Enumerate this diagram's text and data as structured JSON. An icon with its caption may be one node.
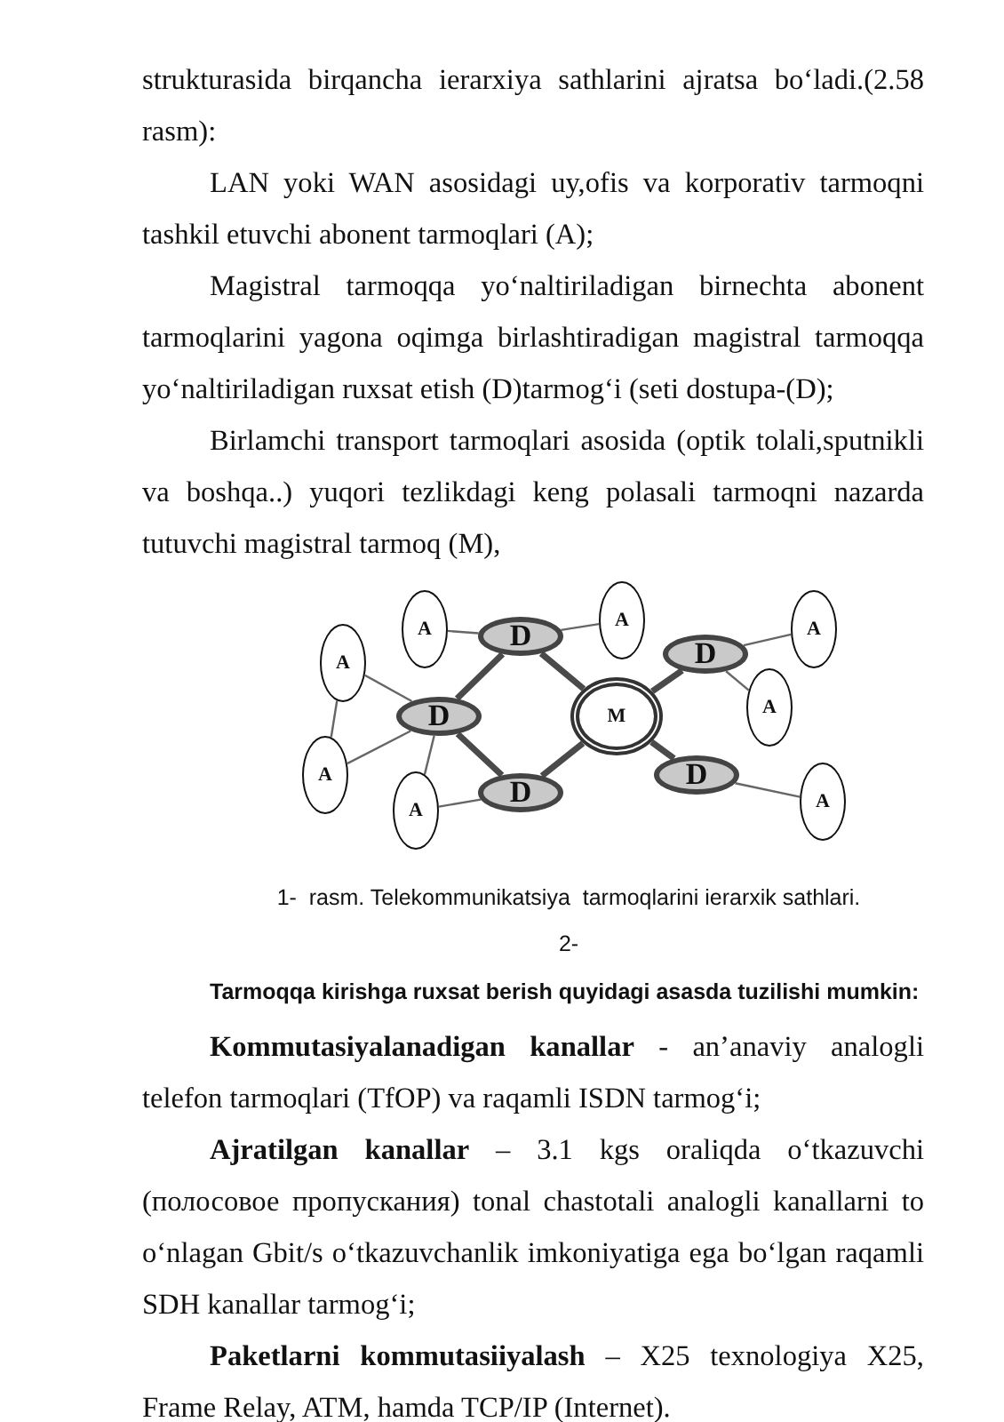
{
  "diagram": {
    "caption": "1-  rasm. Telekommunikatsiya  tarmoqlarini ierarxik sathlari.",
    "nodes": [
      {
        "text": [
          "A"
        ]
      },
      {
        "text": [
          "D"
        ]
      },
      {
        "text": [
          "A"
        ]
      },
      {
        "text": [
          "D"
        ]
      },
      {
        "text": [
          "A"
        ]
      },
      {
        "text": [
          "A"
        ]
      },
      {
        "text": [
          "D"
        ]
      },
      {
        "text": [
          "M"
        ]
      },
      {
        "text": [
          "A"
        ]
      },
      {
        "text": [
          "A"
        ]
      },
      {
        "text": [
          "D"
        ]
      },
      {
        "text": [
          "D"
        ]
      },
      {
        "text": [
          "A"
        ]
      },
      {
        "text": [
          "A"
        ]
      }
    ],
    "edges": [
      {
        "from": 0,
        "to": 1,
        "arrow": "none"
      },
      {
        "from": 1,
        "to": 2,
        "arrow": "none"
      },
      {
        "from": 1,
        "to": 6,
        "arrow": "none",
        "style": "thick"
      },
      {
        "from": 1,
        "to": 7,
        "arrow": "none",
        "style": "thick"
      },
      {
        "from": 5,
        "to": 6,
        "arrow": "none"
      },
      {
        "from": 5,
        "to": 9,
        "arrow": "none"
      },
      {
        "from": 6,
        "to": 9,
        "arrow": "none"
      },
      {
        "from": 6,
        "to": 12,
        "arrow": "none"
      },
      {
        "from": 6,
        "to": 11,
        "arrow": "none",
        "style": "thick"
      },
      {
        "from": 11,
        "to": 12,
        "arrow": "none"
      },
      {
        "from": 11,
        "to": 7,
        "arrow": "none",
        "style": "thick"
      },
      {
        "from": 7,
        "to": 3,
        "arrow": "none",
        "style": "thick"
      },
      {
        "from": 3,
        "to": 4,
        "arrow": "none"
      },
      {
        "from": 3,
        "to": 8,
        "arrow": "none"
      },
      {
        "from": 7,
        "to": 10,
        "arrow": "none",
        "style": "thick"
      },
      {
        "from": 10,
        "to": 13,
        "arrow": "none"
      }
    ],
    "labels": [
      "strukturasida birqancha ierarxiya sathlarini ajratsa bo‘ladi.(2.58 rasm):",
      "LAN yoki WAN asosidagi uy,ofis va korporativ tarmoqni tashkil etuvchi abonent tarmoqlari (A);",
      "Magistral tarmoqqa yo‘naltiriladigan birnechta abonent tarmoqlarini yagona oqimga birlashtiradigan magistral tarmoqqa yo‘naltiriladigan ruxsat etish (D)tarmog‘i (seti dostupa-(D);",
      "Birlamchi transport tarmoqlari asosida (optik tolali,sputnikli va boshqa..) yuqori tezlikdagi keng polasali tarmoqni nazarda tutuvchi magistral tarmoq (M),",
      "2-",
      "Tarmoqqa kirishga ruxsat berish quyidagi asasda tuzilishi mumkin:",
      "**Kommutasiyalanadigan kanallar** - an’anaviy analogli telefon tarmoqlari (TfOP) va raqamli  ISDN tarmog‘i;",
      "**Ajratilgan kanallar** – 3.1 kgs oraliqda o‘tkazuvchi (полосовое пропускания) tonal chastotali analogli kanallarni to o‘nlagan Gbit/s o‘tkazuvchanlik imkoniyatiga ega bo‘lgan raqamli  SDH  kanallar tarmog‘i;",
      "**Paketlarni kommutasiiyalash** – X25 texnologiya X25, Frame Relay, ATM, hamda TCP/IP (Internet)."
    ]
  }
}
